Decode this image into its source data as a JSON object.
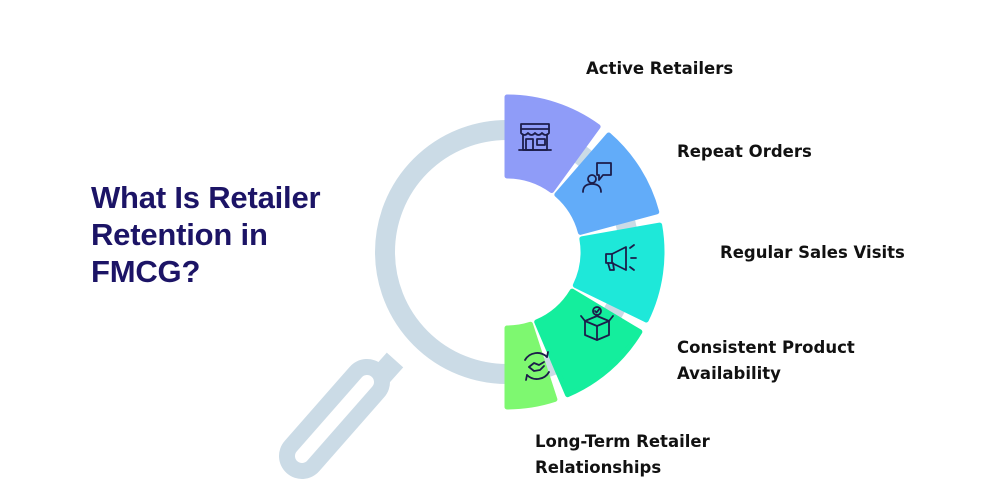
{
  "title": {
    "line1": "What Is Retailer",
    "line2": "Retention in",
    "line3": "FMCG?"
  },
  "segments": [
    {
      "label_lines": [
        "Active Retailers"
      ],
      "color": "#8f9cf8",
      "icon": "storefront-icon"
    },
    {
      "label_lines": [
        "Repeat Orders"
      ],
      "color": "#62acf9",
      "icon": "person-speech-bubble-icon"
    },
    {
      "label_lines": [
        "Regular Sales Visits"
      ],
      "color": "#1ee8d9",
      "icon": "megaphone-icon"
    },
    {
      "label_lines": [
        "Consistent Product",
        "Availability"
      ],
      "color": "#14ee9d",
      "icon": "open-box-icon"
    },
    {
      "label_lines": [
        "Long-Term Retailer",
        "Relationships"
      ],
      "color": "#7ef870",
      "icon": "handshake-cycle-icon"
    }
  ],
  "colors": {
    "magnifier": "#cbdbe6",
    "title": "#1c1466",
    "label": "#111111",
    "icon_stroke": "#1c1d4a"
  }
}
